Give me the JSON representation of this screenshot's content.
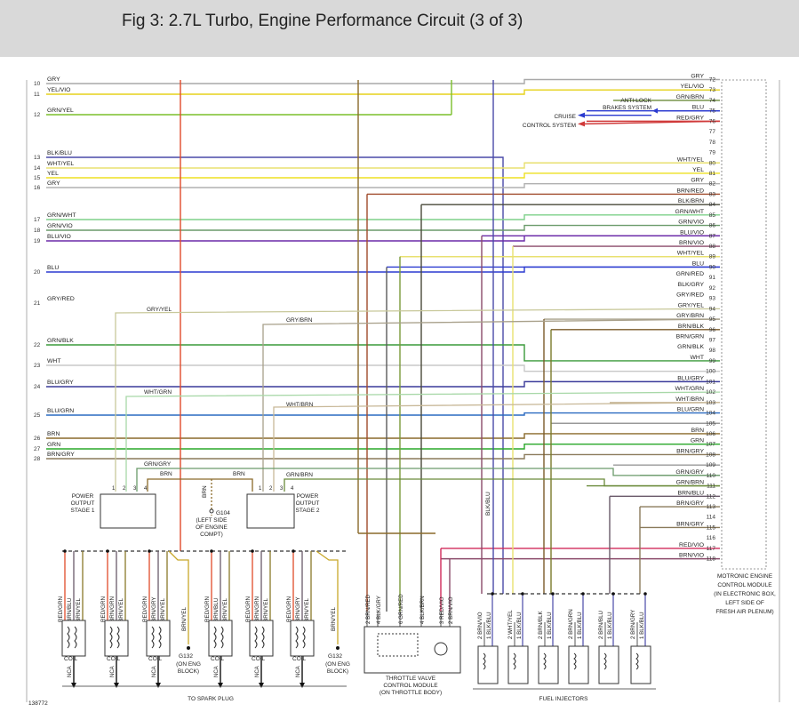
{
  "title": "Fig 3: 2.7L Turbo, Engine Performance Circuit (3 of 3)",
  "ref_number": "138772",
  "left_wires": [
    {
      "pin": "10",
      "label": "GRY",
      "color": "#a8a8a8"
    },
    {
      "pin": "11",
      "label": "YEL/VIO",
      "color": "#e6d21a"
    },
    {
      "pin": "12",
      "label": "GRN/YEL",
      "color": "#7bbf2a"
    },
    {
      "pin": "13",
      "label": "BLK/BLU",
      "color": "#4a4aa8"
    },
    {
      "pin": "14",
      "label": "WHT/YEL",
      "color": "#e8e070"
    },
    {
      "pin": "15",
      "label": "YEL",
      "color": "#eee022"
    },
    {
      "pin": "16",
      "label": "GRY",
      "color": "#b0b0b0"
    },
    {
      "pin": "17",
      "label": "GRN/WHT",
      "color": "#7ed08a"
    },
    {
      "pin": "18",
      "label": "GRN/VIO",
      "color": "#6a9a6a"
    },
    {
      "pin": "19",
      "label": "BLU/VIO",
      "color": "#6a2aa8"
    },
    {
      "pin": "20",
      "label": "BLU",
      "color": "#2a3ad0"
    },
    {
      "pin": "21",
      "label": "GRY/RED",
      "color": "#c09898"
    },
    {
      "pin": "22",
      "label": "GRN/BLK",
      "color": "#3a9a3a"
    },
    {
      "pin": "23",
      "label": "WHT",
      "color": "#c8c8c8"
    },
    {
      "pin": "24",
      "label": "BLU/GRY",
      "color": "#3a3a9a"
    },
    {
      "pin": "25",
      "label": "BLU/GRN",
      "color": "#2a6ac0"
    },
    {
      "pin": "26",
      "label": "BRN",
      "color": "#8a6a2a"
    },
    {
      "pin": "27",
      "label": "GRN",
      "color": "#2aa82a"
    },
    {
      "pin": "28",
      "label": "BRN/GRY",
      "color": "#8a7a5a"
    }
  ],
  "right_wires": [
    {
      "pin": "72",
      "label": "GRY",
      "color": "#a8a8a8"
    },
    {
      "pin": "73",
      "label": "YEL/VIO",
      "color": "#e6d21a"
    },
    {
      "pin": "74",
      "label": "GRN/BRN",
      "color": "#6a8a3a"
    },
    {
      "pin": "75",
      "label": "BLU",
      "color": "#2a3ad0"
    },
    {
      "pin": "76",
      "label": "RED/GRY",
      "color": "#d03a3a"
    },
    {
      "pin": "77",
      "label": "",
      "color": ""
    },
    {
      "pin": "78",
      "label": "",
      "color": ""
    },
    {
      "pin": "79",
      "label": "",
      "color": ""
    },
    {
      "pin": "80",
      "label": "WHT/YEL",
      "color": "#e8e070"
    },
    {
      "pin": "81",
      "label": "YEL",
      "color": "#eee022"
    },
    {
      "pin": "82",
      "label": "GRY",
      "color": "#b0b0b0"
    },
    {
      "pin": "83",
      "label": "BRN/RED",
      "color": "#a04a2a"
    },
    {
      "pin": "84",
      "label": "BLK/BRN",
      "color": "#4a4a3a"
    },
    {
      "pin": "85",
      "label": "GRN/WHT",
      "color": "#7ed08a"
    },
    {
      "pin": "86",
      "label": "GRN/VIO",
      "color": "#6a9a6a"
    },
    {
      "pin": "87",
      "label": "BLU/VIO",
      "color": "#6a2aa8"
    },
    {
      "pin": "88",
      "label": "BRN/VIO",
      "color": "#8a4a6a"
    },
    {
      "pin": "89",
      "label": "WHT/YEL",
      "color": "#e8e070"
    },
    {
      "pin": "90",
      "label": "BLU",
      "color": "#2a3ad0"
    },
    {
      "pin": "91",
      "label": "GRN/RED",
      "color": "#7a9a3a"
    },
    {
      "pin": "92",
      "label": "BLK/GRY",
      "color": "#5a5a5a"
    },
    {
      "pin": "93",
      "label": "GRY/RED",
      "color": "#c09898"
    },
    {
      "pin": "94",
      "label": "GRY/YEL",
      "color": "#c8c89a"
    },
    {
      "pin": "95",
      "label": "GRY/BRN",
      "color": "#a8a08a"
    },
    {
      "pin": "96",
      "label": "BRN/BLK",
      "color": "#7a5a2a"
    },
    {
      "pin": "97",
      "label": "BRN/GRN",
      "color": "#7a7a2a"
    },
    {
      "pin": "98",
      "label": "GRN/BLK",
      "color": "#3a9a3a"
    },
    {
      "pin": "99",
      "label": "WHT",
      "color": "#c8c8c8"
    },
    {
      "pin": "100",
      "label": "",
      "color": ""
    },
    {
      "pin": "101",
      "label": "BLU/GRY",
      "color": "#3a3a9a"
    },
    {
      "pin": "102",
      "label": "WHT/GRN",
      "color": "#a8d8a8"
    },
    {
      "pin": "103",
      "label": "WHT/BRN",
      "color": "#c8b898"
    },
    {
      "pin": "104",
      "label": "BLU/GRN",
      "color": "#2a6ac0"
    },
    {
      "pin": "105",
      "label": "",
      "color": ""
    },
    {
      "pin": "106",
      "label": "BRN",
      "color": "#8a6a2a"
    },
    {
      "pin": "107",
      "label": "GRN",
      "color": "#2aa82a"
    },
    {
      "pin": "108",
      "label": "BRN/GRY",
      "color": "#8a7a5a"
    },
    {
      "pin": "109",
      "label": "",
      "color": ""
    },
    {
      "pin": "110",
      "label": "GRN/GRY",
      "color": "#6a9a6a"
    },
    {
      "pin": "111",
      "label": "GRN/BRN",
      "color": "#6a8a3a"
    },
    {
      "pin": "112",
      "label": "BRN/BLU",
      "color": "#6a5a6a"
    },
    {
      "pin": "113",
      "label": "BRN/GRY",
      "color": "#8a7a5a"
    },
    {
      "pin": "114",
      "label": "",
      "color": ""
    },
    {
      "pin": "115",
      "label": "BRN/GRY",
      "color": "#8a7a5a"
    },
    {
      "pin": "116",
      "label": "",
      "color": ""
    },
    {
      "pin": "117",
      "label": "RED/VIO",
      "color": "#d02a5a"
    },
    {
      "pin": "118",
      "label": "BRN/VIO",
      "color": "#8a4a6a"
    }
  ],
  "anti_lock": [
    "ANTI-LOCK",
    "BRAKES SYSTEM"
  ],
  "cruise": [
    "CRUISE",
    "CONTROL SYSTEM"
  ],
  "ecm_label": [
    "MOTRONIC ENGINE",
    "CONTROL MODULE",
    "(IN ELECTRONIC BOX,",
    "LEFT SIDE OF",
    "FRESH AIR PLENUM)"
  ],
  "stage1_label": [
    "POWER",
    "OUTPUT",
    "STAGE 1"
  ],
  "stage2_label": [
    "POWER",
    "OUTPUT",
    "STAGE 2"
  ],
  "g104_label": [
    "G104",
    "(LEFT SIDE",
    "OF ENGINE",
    "COMPT)"
  ],
  "mid_wire_labels": [
    "GRY/YEL",
    "GRY/BRN",
    "WHT/GRN",
    "WHT/BRN",
    "GRN/GRY",
    "GRN/BRN",
    "BRN",
    "BRN",
    "BRN"
  ],
  "coil_group1_wires": [
    "RED/GRN",
    "BRN/BLU",
    "BRN/YEL",
    "RED/GRN",
    "BRN/GRN",
    "BRN/YEL",
    "RED/GRN",
    "BRN/GRY",
    "BRN/YEL"
  ],
  "coil_group2_wires": [
    "RED/GRN",
    "BRN/BLU",
    "BRN/YEL",
    "RED/GRN",
    "BRN/GRN",
    "BRN/YEL",
    "RED/GRN",
    "BRN/GRY",
    "BRN/YEL"
  ],
  "brn_yel": "BRN/YEL",
  "g132_label": [
    "G132",
    "(ON ENG",
    "BLOCK)"
  ],
  "coil_label": "COIL",
  "nca_label": "NCA",
  "spark_label": "TO SPARK PLUG",
  "throttle_wires": [
    "2 BRN/RED",
    "4 BLK/GRY",
    "6 GRN/RED",
    "4 BLK/BRN",
    "3 RED/VIO",
    "2 BRN/VIO"
  ],
  "throttle_label": [
    "THROTTLE VALVE",
    "CONTROL MODULE",
    "(ON THROTTLE BODY)"
  ],
  "blk_blu": "BLK/BLU",
  "injector_wires": [
    "2 BRN/VIO",
    "1 BLK/BLU",
    "2 WHT/YEL",
    "1 BLK/BLU",
    "2 BRN/BLK",
    "1 BLK/BLU",
    "2 BRN/GRN",
    "1 BLK/BLU",
    "2 BRN/BLU",
    "1 BLK/BLU",
    "2 BRN/GRY",
    "1 BLK/BLU"
  ],
  "injector_label": "FUEL INJECTORS"
}
